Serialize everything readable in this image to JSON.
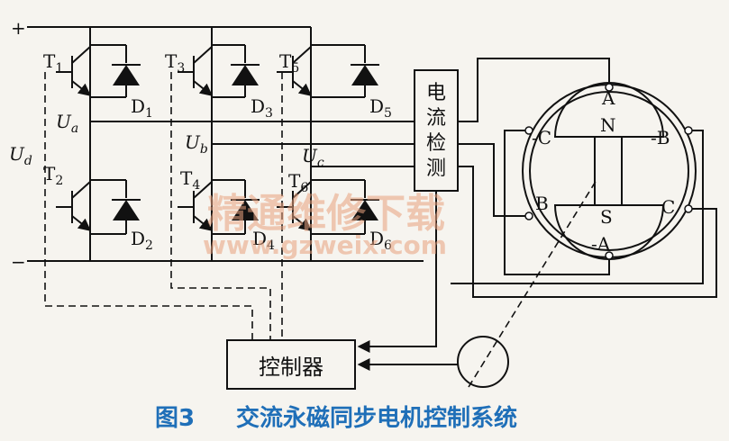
{
  "supply": {
    "plus": "+",
    "minus": "−",
    "ud": "U",
    "ud_sub": "d"
  },
  "transistors": [
    {
      "t": "T",
      "sub": "1"
    },
    {
      "t": "T",
      "sub": "2"
    },
    {
      "t": "T",
      "sub": "3"
    },
    {
      "t": "T",
      "sub": "4"
    },
    {
      "t": "T",
      "sub": "5"
    },
    {
      "t": "T",
      "sub": "6"
    }
  ],
  "diodes": [
    {
      "t": "D",
      "sub": "1"
    },
    {
      "t": "D",
      "sub": "2"
    },
    {
      "t": "D",
      "sub": "3"
    },
    {
      "t": "D",
      "sub": "4"
    },
    {
      "t": "D",
      "sub": "5"
    },
    {
      "t": "D",
      "sub": "6"
    }
  ],
  "phase_outputs": [
    {
      "t": "U",
      "sub": "a"
    },
    {
      "t": "U",
      "sub": "b"
    },
    {
      "t": "U",
      "sub": "c"
    }
  ],
  "current_detect": {
    "chars": [
      "电",
      "流",
      "检",
      "测"
    ]
  },
  "controller": {
    "label": "控制器"
  },
  "motor": {
    "a_top": "A",
    "a_bottom": "-A",
    "neg_c": "-C",
    "neg_b": "-B",
    "b_left": "B",
    "c_right": "C",
    "north": "N",
    "south": "S"
  },
  "caption": {
    "fig": "图3",
    "title": "交流永磁同步电机控制系统"
  },
  "watermark": {
    "cn": "精通维修下载",
    "url": "www.gzweix.com"
  },
  "colors": {
    "caption": "#1f6fb8",
    "watermark": "#e8a27e",
    "line": "#111111"
  }
}
